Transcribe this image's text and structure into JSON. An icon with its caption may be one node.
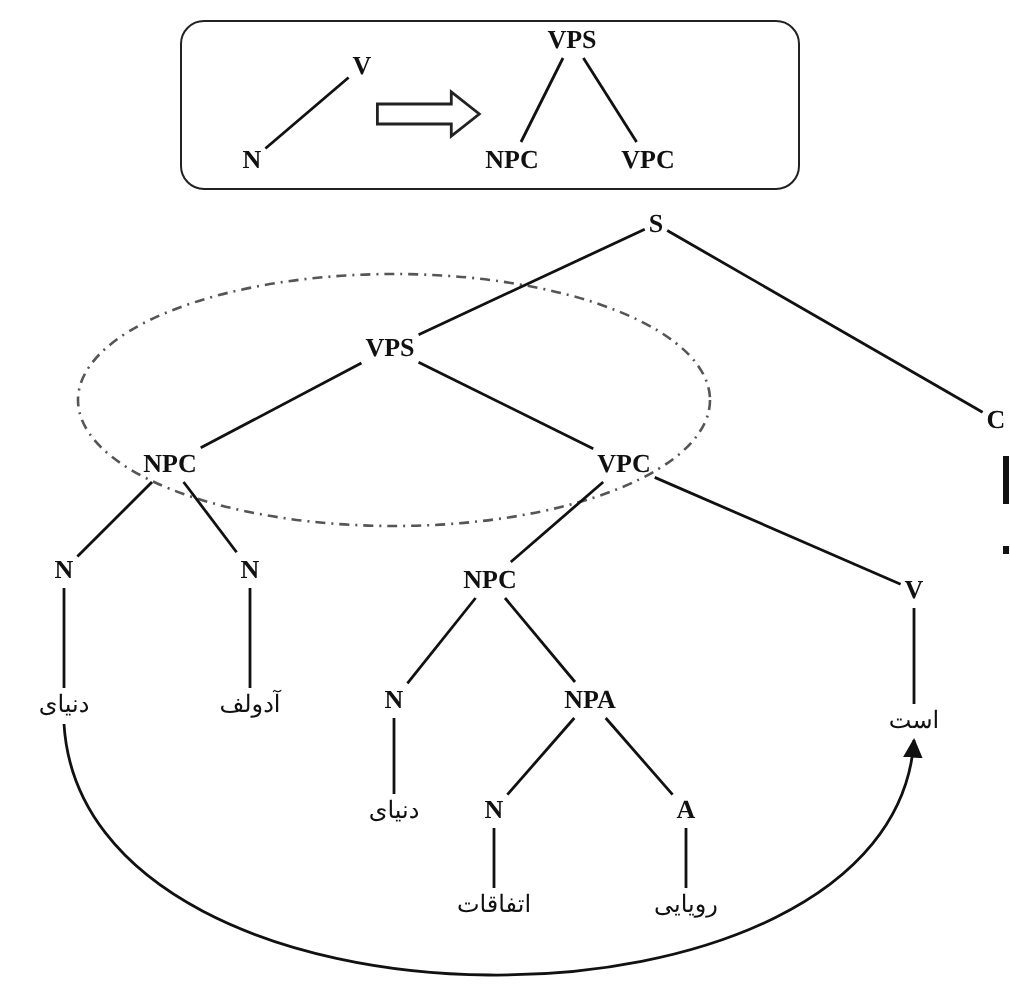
{
  "diagram": {
    "nodes": [
      {
        "text": [],
        "shape": "box"
      },
      {
        "text": [
          "V"
        ],
        "in": 0
      },
      {
        "text": [
          "N"
        ],
        "in": 0
      },
      {
        "text": [
          "VPS"
        ],
        "in": 0
      },
      {
        "text": [
          "NPC"
        ],
        "in": 0
      },
      {
        "text": [
          "VPC"
        ],
        "in": 0
      },
      {
        "text": [
          "S"
        ]
      },
      {
        "text": [
          "VPS"
        ]
      },
      {
        "text": [
          "C"
        ]
      },
      {
        "text": [
          "NPC"
        ]
      },
      {
        "text": [
          "VPC"
        ]
      },
      {
        "text": [
          "N"
        ]
      },
      {
        "text": [
          "N"
        ]
      },
      {
        "text": [
          "دنیای"
        ]
      },
      {
        "text": [
          "آدولف"
        ]
      },
      {
        "text": [
          "NPC"
        ]
      },
      {
        "text": [
          "V"
        ]
      },
      {
        "text": [
          "N"
        ]
      },
      {
        "text": [
          "NPA"
        ]
      },
      {
        "text": [
          "دنیای"
        ]
      },
      {
        "text": [
          "N"
        ]
      },
      {
        "text": [
          "A"
        ]
      },
      {
        "text": [
          "اتفاقات"
        ]
      },
      {
        "text": [
          "رویایی"
        ]
      },
      {
        "text": [
          "است"
        ]
      }
    ],
    "edges": [
      {
        "from": 2,
        "to": 1,
        "arrow": "none"
      },
      {
        "from": 1,
        "to": 4,
        "arrow": "to",
        "style": "thick"
      },
      {
        "from": 3,
        "to": 4,
        "arrow": "none"
      },
      {
        "from": 3,
        "to": 5,
        "arrow": "none"
      },
      {
        "from": 6,
        "to": 7,
        "arrow": "none"
      },
      {
        "from": 6,
        "to": 8,
        "arrow": "none"
      },
      {
        "from": 7,
        "to": 9,
        "arrow": "none"
      },
      {
        "from": 7,
        "to": 10,
        "arrow": "none"
      },
      {
        "from": 9,
        "to": 11,
        "arrow": "none"
      },
      {
        "from": 9,
        "to": 12,
        "arrow": "none"
      },
      {
        "from": 11,
        "to": 13,
        "arrow": "none"
      },
      {
        "from": 12,
        "to": 14,
        "arrow": "none"
      },
      {
        "from": 10,
        "to": 15,
        "arrow": "none"
      },
      {
        "from": 10,
        "to": 16,
        "arrow": "none"
      },
      {
        "from": 15,
        "to": 17,
        "arrow": "none"
      },
      {
        "from": 15,
        "to": 18,
        "arrow": "none"
      },
      {
        "from": 17,
        "to": 19,
        "arrow": "none"
      },
      {
        "from": 18,
        "to": 20,
        "arrow": "none"
      },
      {
        "from": 18,
        "to": 21,
        "arrow": "none"
      },
      {
        "from": 20,
        "to": 22,
        "arrow": "none"
      },
      {
        "from": 21,
        "to": 23,
        "arrow": "none"
      },
      {
        "from": 16,
        "to": 24,
        "arrow": "none"
      },
      {
        "from": 13,
        "to": 24,
        "arrow": "to"
      }
    ]
  }
}
